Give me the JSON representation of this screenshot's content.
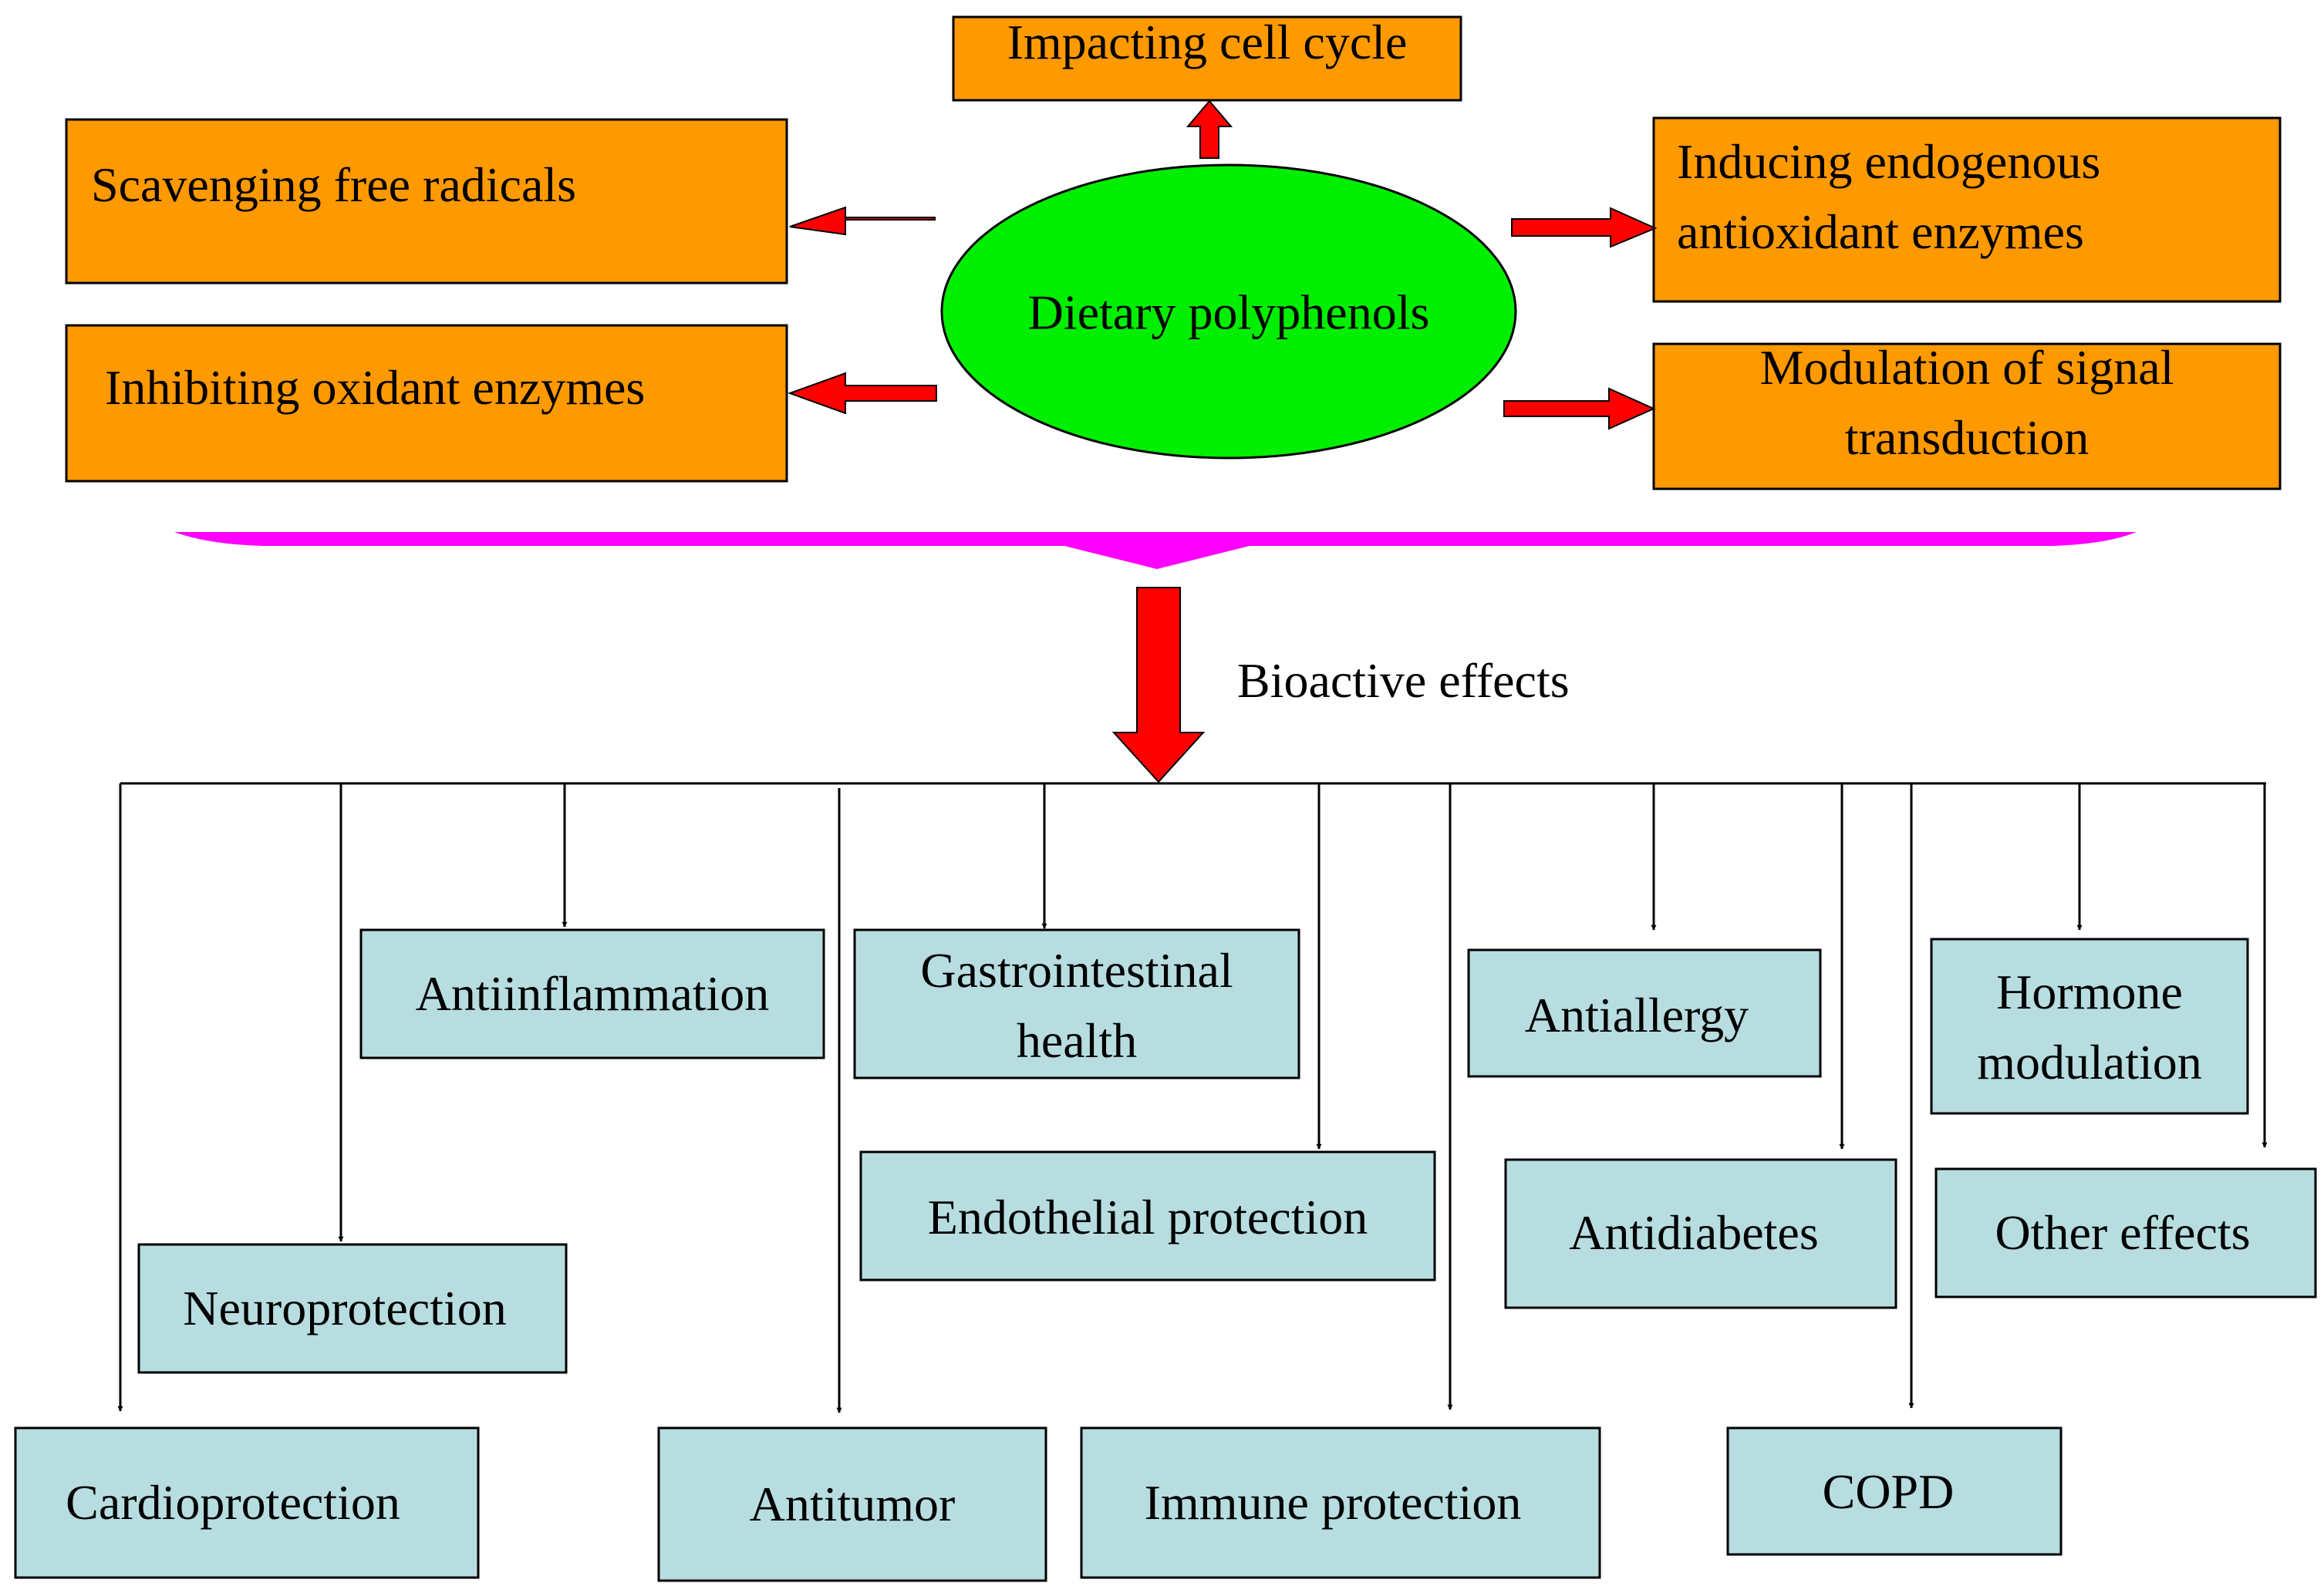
{
  "center": {
    "label": "Dietary polyphenols",
    "fill": "#00ee00"
  },
  "mechanisms": {
    "fill": "#ff9900",
    "cell_cycle": [
      "Impacting cell cycle"
    ],
    "scavenging": [
      "Scavenging free radicals"
    ],
    "inhibiting": [
      "Inhibiting oxidant enzymes"
    ],
    "inducing": [
      "Inducing endogenous",
      "antioxidant enzymes"
    ],
    "modulation": [
      "Modulation of signal",
      "transduction"
    ]
  },
  "bracket_color": "#ff00ff",
  "arrow_color": "#ff0000",
  "bioactive_label": "Bioactive effects",
  "effects": {
    "fill": "#b7dde0",
    "antiinflammation": [
      "Antiinflammation"
    ],
    "gastrointestinal": [
      "Gastrointestinal",
      "health"
    ],
    "antiallergy": [
      "Antiallergy"
    ],
    "hormone": [
      "Hormone",
      "modulation"
    ],
    "neuroprotection": [
      "Neuroprotection"
    ],
    "endothelial": [
      "Endothelial protection"
    ],
    "antidiabetes": [
      "Antidiabetes"
    ],
    "other": [
      "Other effects"
    ],
    "cardioprotection": [
      "Cardioprotection"
    ],
    "antitumor": [
      "Antitumor"
    ],
    "immune": [
      "Immune protection"
    ],
    "copd": [
      "COPD"
    ]
  }
}
